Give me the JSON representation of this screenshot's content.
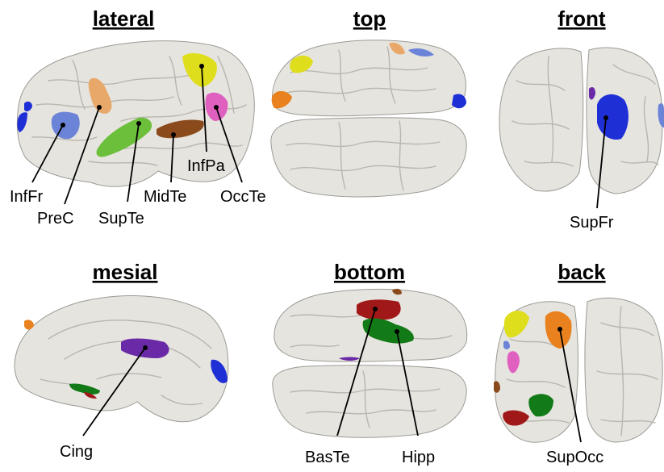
{
  "views": {
    "lateral": "lateral",
    "top": "top",
    "front": "front",
    "mesial": "mesial",
    "bottom": "bottom",
    "back": "back"
  },
  "labels": {
    "InfFr": "InfFr",
    "PreC": "PreC",
    "SupTe": "SupTe",
    "MidTe": "MidTe",
    "InfPa": "InfPa",
    "OccTe": "OccTe",
    "SupFr": "SupFr",
    "Cing": "Cing",
    "BasTe": "BasTe",
    "Hipp": "Hipp",
    "SupOcc": "SupOcc"
  },
  "colors": {
    "background": "#ffffff",
    "brain_surface": "#e6e4df",
    "blue": "#1f2fd6",
    "light_blue": "#6b84d8",
    "light_orange": "#e8a86a",
    "orange": "#e9821e",
    "green": "#6cbf3a",
    "dark_green": "#137a18",
    "brown": "#8a4a1c",
    "yellow": "#dede1c",
    "magenta": "#e060c0",
    "purple": "#6a2aa8",
    "dark_red": "#a01818"
  }
}
